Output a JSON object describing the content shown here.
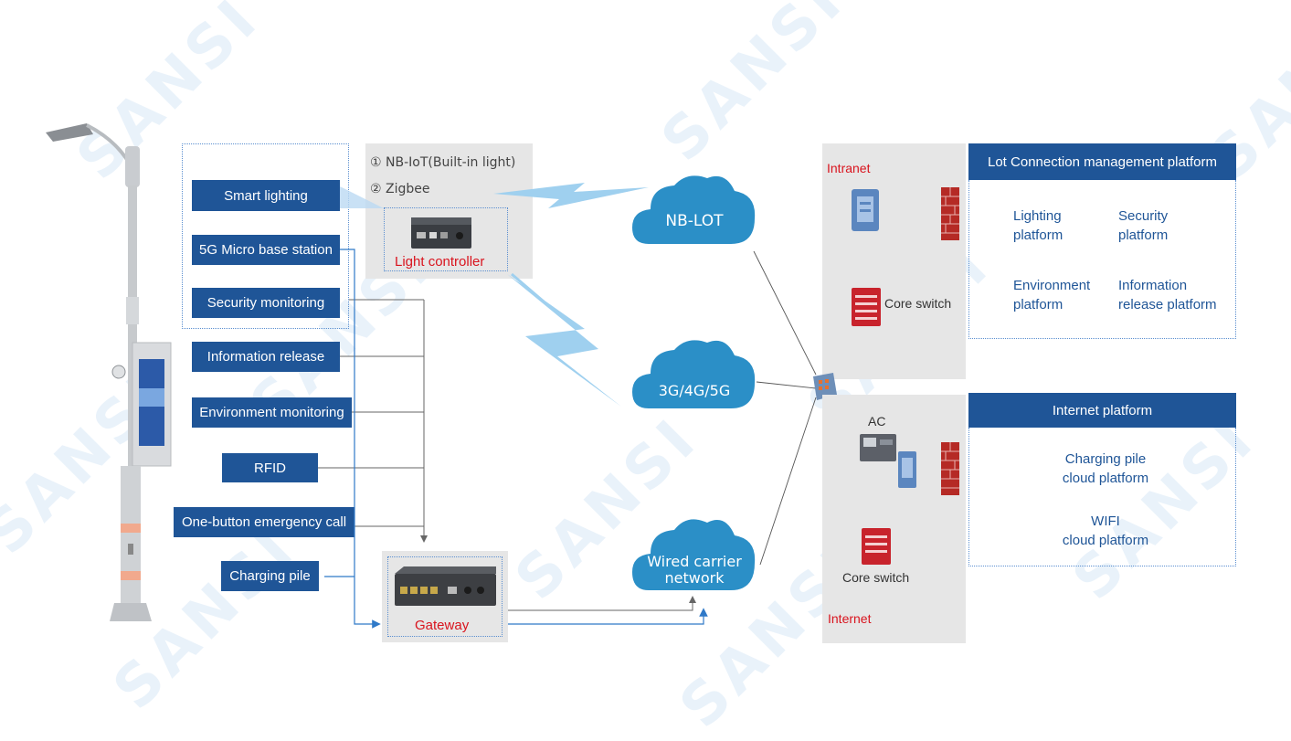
{
  "watermark_text": "SANSI",
  "device_labels": [
    "Smart lighting",
    "5G Micro base station",
    "Security monitoring",
    "Information release",
    "Environment monitoring",
    "RFID",
    "One-button emergency call",
    "Charging pile"
  ],
  "protocols": {
    "line1": "① NB-IoT(Built-in light)",
    "line2": "② Zigbee"
  },
  "light_controller_label": "Light controller",
  "gateway_label": "Gateway",
  "clouds": {
    "nblot": "NB-LOT",
    "cellular": "3G/4G/5G",
    "wired_line1": "Wired carrier",
    "wired_line2": "network"
  },
  "intranet": {
    "title": "Intranet",
    "core_switch": "Core switch"
  },
  "internet": {
    "title": "Internet",
    "ac": "AC",
    "core_switch": "Core switch"
  },
  "lot_platform": {
    "header": "Lot Connection management platform",
    "items": [
      {
        "line1": "Lighting",
        "line2": "platform"
      },
      {
        "line1": "Security",
        "line2": "platform"
      },
      {
        "line1": "Environment",
        "line2": "platform"
      },
      {
        "line1": "Information",
        "line2": "release platform"
      }
    ]
  },
  "internet_platform": {
    "header": "Internet platform",
    "items": [
      {
        "line1": "Charging pile",
        "line2": "cloud platform"
      },
      {
        "line1": "WIFI",
        "line2": "cloud platform"
      }
    ]
  },
  "colors": {
    "label_blue": "#1f5597",
    "cloud_blue": "#2b8fc7",
    "accent_red": "#d9141e",
    "panel_gray": "#e6e6e6",
    "bolt_blue": "#9fd0ef"
  }
}
